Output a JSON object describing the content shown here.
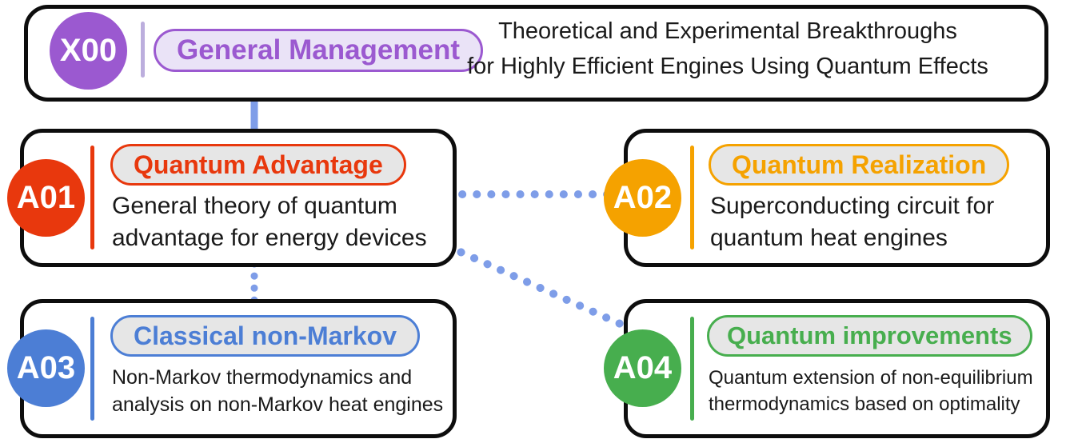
{
  "colors": {
    "x00": "#9B59D0",
    "x00_badge_bg": "#EAE3F7",
    "x00_divider": "#BCAEDD",
    "a01": "#E8380D",
    "a02": "#F5A200",
    "a03": "#4C7ED5",
    "a04": "#47AE4E",
    "connector": "#7E9DE8",
    "badge_bg": "#E6E6E6",
    "card_border": "#0D0D0D",
    "text": "#1A1A1A"
  },
  "x00": {
    "id": "X00",
    "badge": "General Management",
    "description": "Theoretical and Experimental Breakthroughs\nfor Highly Efficient Engines Using Quantum Effects"
  },
  "a01": {
    "id": "A01",
    "badge": "Quantum Advantage",
    "description": "General theory of quantum\nadvantage for energy devices"
  },
  "a02": {
    "id": "A02",
    "badge": "Quantum Realization",
    "description": "Superconducting circuit for\nquantum heat engines"
  },
  "a03": {
    "id": "A03",
    "badge": "Classical non-Markov",
    "description": "Non-Markov thermodynamics and\nanalysis on non-Markov heat engines"
  },
  "a04": {
    "id": "A04",
    "badge": "Quantum improvements",
    "description": "Quantum extension of non-equilibrium\nthermodynamics based on optimality"
  }
}
